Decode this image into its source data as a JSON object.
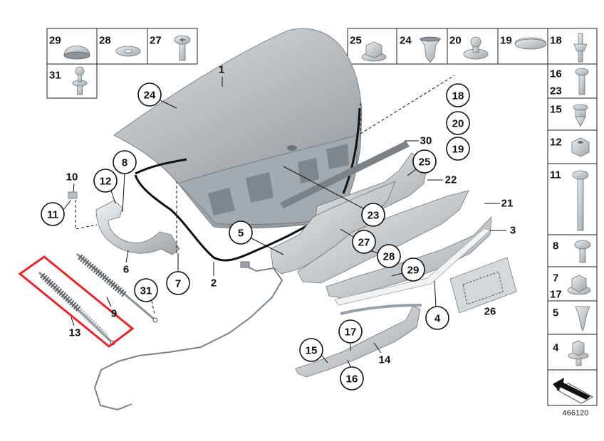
{
  "diagram_number": "466120",
  "colors": {
    "highlight_box": "#e3262e",
    "part_metal": "#c3c9cd",
    "seal": "#111111"
  },
  "parts_box_left": {
    "p29": "29",
    "p28": "28",
    "p27": "27",
    "p31": "31"
  },
  "parts_box_right": {
    "p25": "25",
    "p24": "24",
    "p20": "20",
    "p19": "19",
    "p18": "18",
    "p16": "16",
    "p23": "23",
    "p15": "15",
    "p12": "12",
    "p11": "11",
    "p8": "8",
    "p7": "7",
    "p17": "17",
    "p5": "5",
    "p4": "4"
  },
  "callouts": {
    "c1": "1",
    "c2": "2",
    "c3": "3",
    "c4": "4",
    "c5": "5",
    "c6": "6",
    "c7": "7",
    "c8": "8",
    "c9": "9",
    "c10": "10",
    "c11": "11",
    "c12": "12",
    "c13": "13",
    "c14": "14",
    "c15": "15",
    "c16": "16",
    "c17": "17",
    "c18": "18",
    "c19": "19",
    "c20": "20",
    "c21": "21",
    "c22": "22",
    "c23": "23",
    "c24": "24",
    "c25": "25",
    "c26": "26",
    "c27": "27",
    "c28": "28",
    "c29": "29",
    "c30": "30",
    "c31": "31"
  }
}
